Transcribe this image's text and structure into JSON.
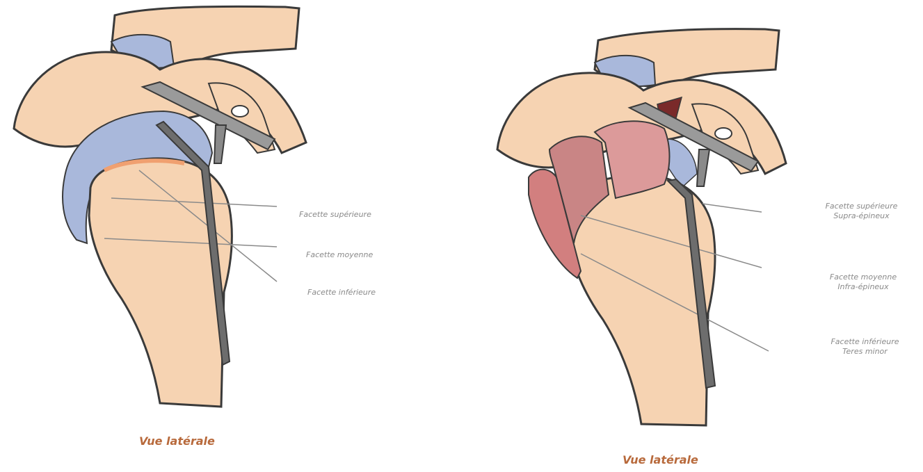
{
  "left_diagram": {
    "labels": {
      "superior": "Facette supérieure",
      "middle": "Facette moyenne",
      "inferior": "Facette inférieure"
    },
    "caption": "Vue latérale"
  },
  "right_diagram": {
    "labels": {
      "superior": "Facette supérieure",
      "superior_muscle": "Supra-épineux",
      "middle": "Facette moyenne",
      "middle_muscle": "Infra-épineux",
      "inferior": "Facette inférieure",
      "inferior_muscle": "Teres minor"
    },
    "caption": "Vue latérale"
  },
  "colors": {
    "bone": "#f6d3b2",
    "bone_outline": "#3a3a3a",
    "cartilage": "#a9b8db",
    "instrument": "#6d6d6d",
    "muscle": "#d27f7f",
    "label_text": "#8a8a8a",
    "caption_text": "#b86a3c"
  }
}
